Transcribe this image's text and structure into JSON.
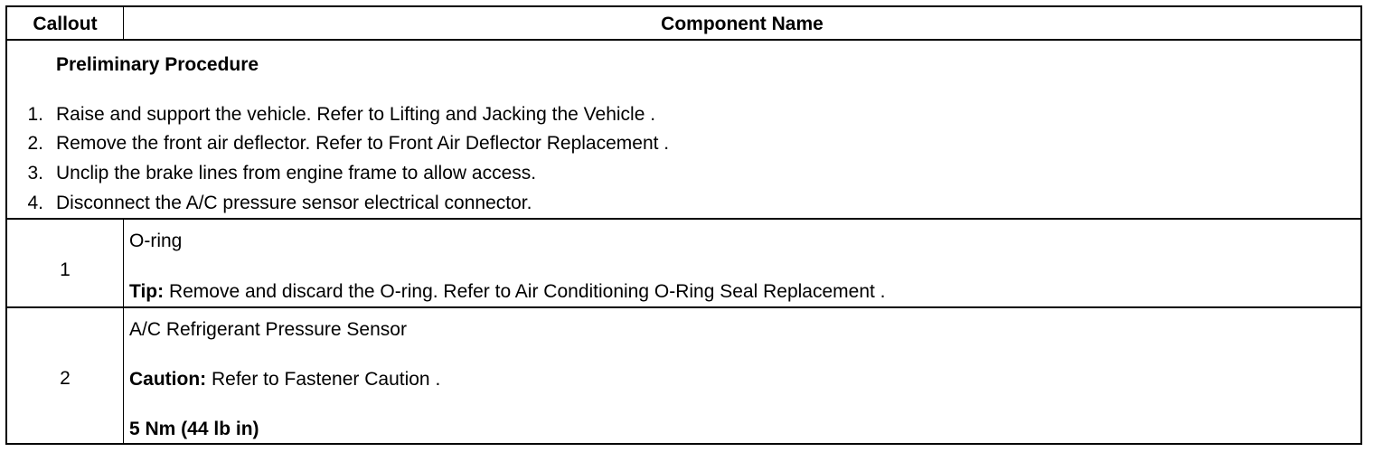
{
  "table": {
    "headers": {
      "callout": "Callout",
      "component": "Component Name"
    },
    "preliminary": {
      "title": "Preliminary Procedure",
      "steps": [
        {
          "num": "1.",
          "text": "Raise and support the vehicle. Refer to Lifting and Jacking the Vehicle ."
        },
        {
          "num": "2.",
          "text": "Remove the front air deflector. Refer to Front Air Deflector Replacement ."
        },
        {
          "num": "3.",
          "text": "Unclip the brake lines from engine frame to allow access."
        },
        {
          "num": "4.",
          "text": "Disconnect the A/C pressure sensor electrical connector."
        }
      ]
    },
    "rows": [
      {
        "callout": "1",
        "name": "O-ring",
        "tip_label": "Tip:",
        "tip_text": " Remove and discard the O-ring. Refer to Air Conditioning O-Ring Seal Replacement ."
      },
      {
        "callout": "2",
        "name": "A/C Refrigerant Pressure Sensor",
        "caution_label": "Caution:",
        "caution_text": " Refer to Fastener Caution .",
        "torque": "5 Nm (44 lb in)"
      }
    ]
  }
}
